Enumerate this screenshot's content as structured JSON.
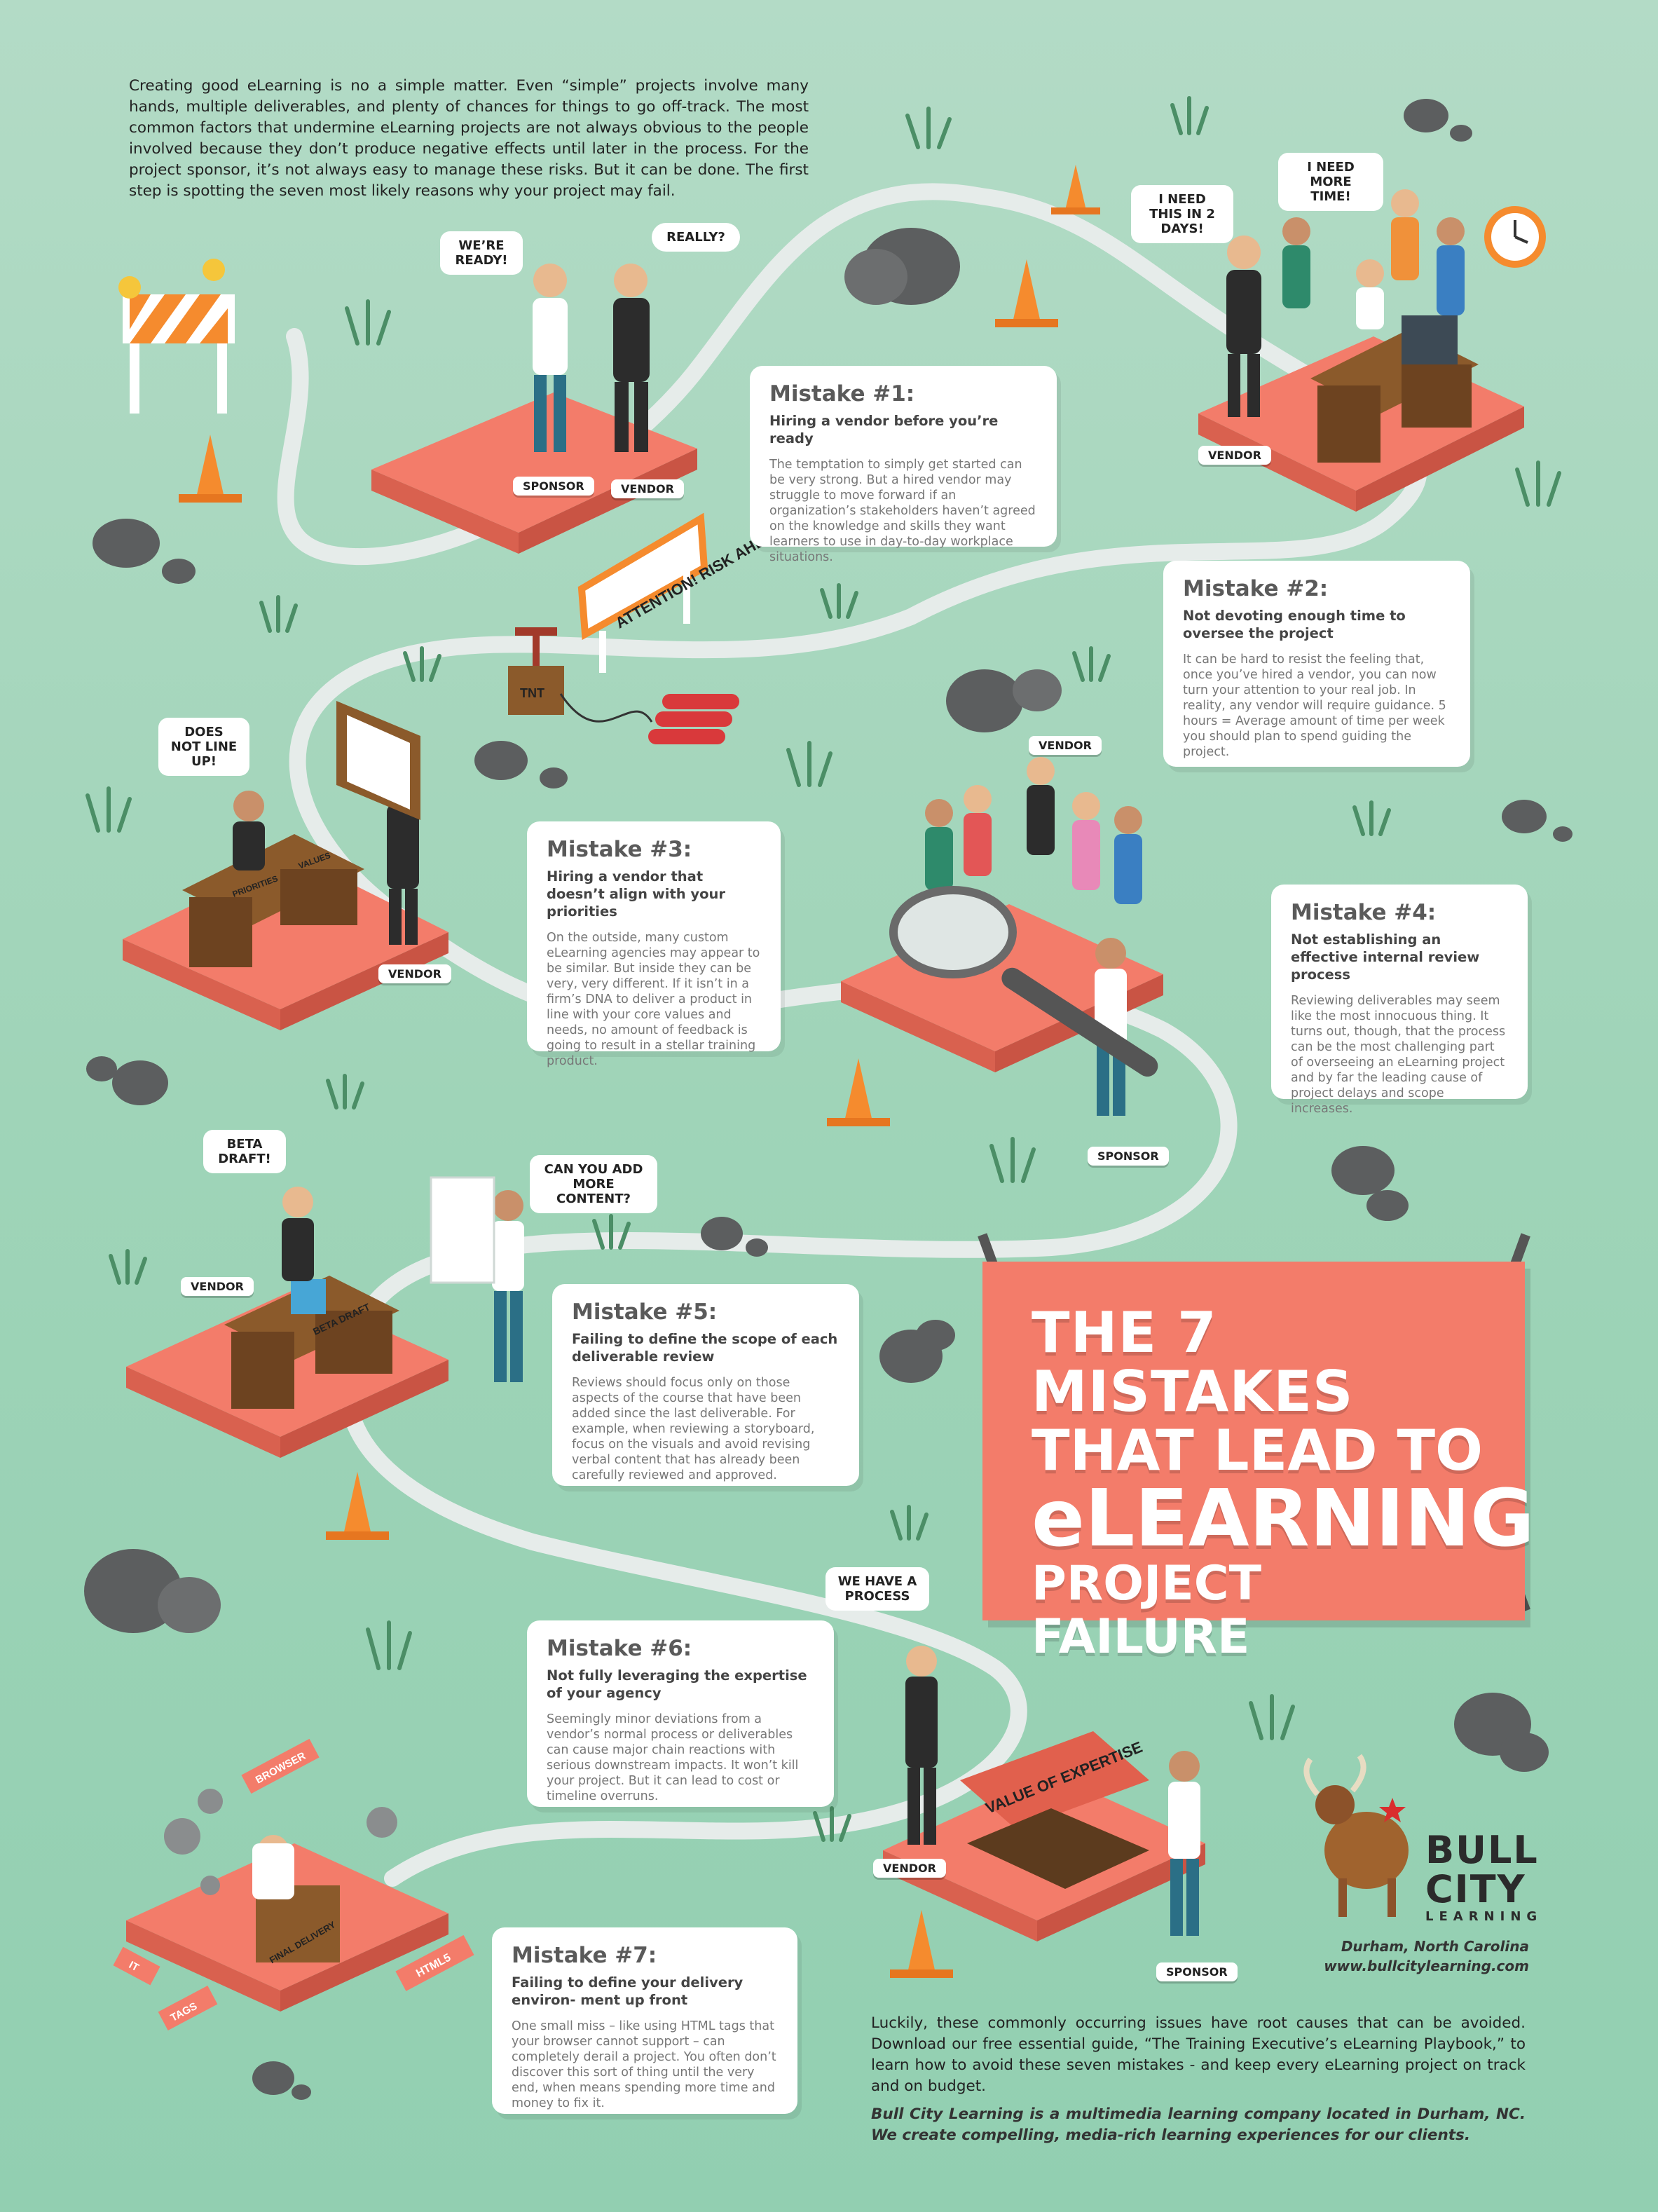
{
  "intro": "Creating good eLearning is no a simple matter. Even “simple” projects involve many hands, multiple deliverables, and plenty of chances for things to go off-track. The most common factors that undermine eLearning projects are not always obvious to the people involved because they don’t produce negative effects until later in the process. For the project sponsor, it’s not always easy to manage these risks. But it can be done. The first step is spotting the seven most likely reasons why your project may fail.",
  "title": {
    "line1": "THE 7 MISTAKES",
    "line2": "THAT LEAD TO",
    "line3": "eLEARNING",
    "line4": "PROJECT FAILURE"
  },
  "mistakes": [
    {
      "heading": "Mistake #1:",
      "subtitle": "Hiring a vendor before you’re ready",
      "body": "The temptation to simply get started can be very strong. But a hired vendor may struggle to move forward if an organization’s stakeholders haven’t agreed on the knowledge and skills they want learners to use in day-to-day workplace situations."
    },
    {
      "heading": "Mistake #2:",
      "subtitle": "Not devoting enough time to oversee the project",
      "body": "It can be hard to resist the feeling that, once you’ve hired a vendor, you can now turn your attention to your real job. In reality, any vendor will require guidance. 5 hours = Average amount of time per week you should plan to spend guiding the project."
    },
    {
      "heading": "Mistake #3:",
      "subtitle": "Hiring a vendor that doesn’t align with your priorities",
      "body": "On the outside, many custom eLearning agencies may appear to be similar. But inside they can be very, very different. If it isn’t in a firm’s DNA to deliver a product in line with your core values and needs, no amount of feedback is going to result in a stellar training product."
    },
    {
      "heading": "Mistake #4:",
      "subtitle": "Not establishing an effective internal review process",
      "body": "Reviewing deliverables may seem like the most innocuous thing. It turns out, though, that the process can be the most challenging part of overseeing an eLearning project and by far the leading cause of project delays and scope increases."
    },
    {
      "heading": "Mistake #5:",
      "subtitle": "Failing to define the scope of each deliverable review",
      "body": "Reviews should focus only on those aspects of the course that have been added since the last deliverable. For example, when reviewing a storyboard, focus on the visuals and avoid revising verbal content that has already been carefully reviewed and approved."
    },
    {
      "heading": "Mistake #6:",
      "subtitle": "Not fully leveraging the expertise of your agency",
      "body": "Seemingly minor deviations from a vendor’s normal process or deliverables can cause major chain reactions with serious downstream impacts. It won’t kill your project. But it can lead to cost or timeline overruns."
    },
    {
      "heading": "Mistake #7:",
      "subtitle": "Failing to define your delivery environ- ment up front",
      "body": "One small miss – like using HTML tags that your browser cannot support – can completely derail a project. You often don’t discover this sort of thing until the very end, when means spending more time and money to fix it."
    }
  ],
  "bubbles": {
    "ready": "WE’RE READY!",
    "really": "REALLY?",
    "two_days": "I NEED THIS IN 2 DAYS!",
    "more_time": "I NEED MORE TIME!",
    "line_up": "DOES NOT LINE UP!",
    "beta": "BETA DRAFT!",
    "more_content": "CAN YOU ADD MORE CONTENT?",
    "process": "WE HAVE A PROCESS"
  },
  "tags": {
    "sponsor": "SPONSOR",
    "vendor": "VENDOR"
  },
  "props": {
    "attention": "ATTENTION! RISK AHEAD",
    "tnt": "TNT",
    "priorities": "PRIORITIES",
    "values": "VALUES",
    "beta_box": "BETA DRAFT",
    "expertise": "VALUE OF EXPERTISE",
    "final_delivery": "FINAL DELIVERY",
    "browser": "BROWSER",
    "it": "IT",
    "tags": "TAGS",
    "html5": "HTML5"
  },
  "brand": {
    "line1": "BULL",
    "line2": "CITY",
    "line3": "LEARNING",
    "city": "Durham, North Carolina",
    "url": "www.bullcitylearning.com"
  },
  "outro": {
    "p1": "Luckily, these commonly occurring issues have root causes that can be avoided. Download our free essential guide, “The Training Executive’s eLearning Playbook,” to learn how to avoid these seven mistakes - and keep every eLearning project on track and on budget.",
    "p2": "Bull City Learning is a multimedia learning company located in Durham, NC. We create compelling, media-rich learning experiences for our clients."
  },
  "colors": {
    "background": "#a6d7bd",
    "coral": "#f37c6a",
    "path": "#e9eeec",
    "cone": "#f58b2e"
  }
}
